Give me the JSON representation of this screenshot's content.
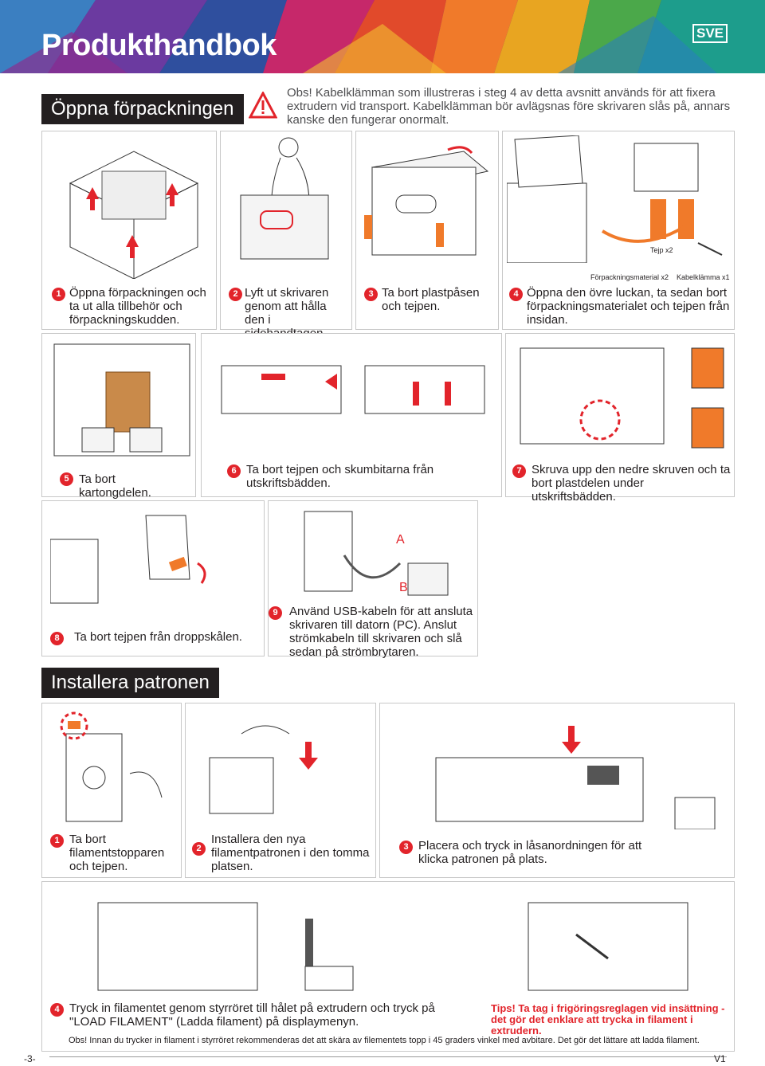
{
  "header": {
    "title": "Produkthandbok",
    "lang": "SVE",
    "colors": {
      "accent": "#e2242b",
      "dark": "#231f20"
    }
  },
  "section1": {
    "title": "Öppna förpackningen",
    "warning": "Obs! Kabelklämman som illustreras i steg 4 av detta avsnitt används för att fixera extrudern vid transport. Kabelklämman bör avlägsnas före skrivaren slås på, annars kanske den fungerar onormalt."
  },
  "steps": [
    {
      "num": "1",
      "text": "Öppna förpackningen och ta ut alla tillbehör och förpackningskudden."
    },
    {
      "num": "2",
      "text": "Lyft ut skrivaren genom att hålla den i sidohandtagen."
    },
    {
      "num": "3",
      "text": "Ta bort plastpåsen och tejpen."
    },
    {
      "num": "4",
      "text": "Öppna den övre luckan, ta sedan bort förpackningsmaterialet och tejpen från insidan."
    },
    {
      "num": "5",
      "text": "Ta bort kartongdelen."
    },
    {
      "num": "6",
      "text": "Ta bort tejpen och skumbitarna från utskriftsbädden."
    },
    {
      "num": "7",
      "text": "Skruva upp den nedre skruven och ta bort plastdelen under utskriftsbädden."
    },
    {
      "num": "8",
      "text": "Ta bort tejpen från droppskålen."
    },
    {
      "num": "9",
      "text": "Använd USB-kabeln för att ansluta skrivaren till datorn (PC). Anslut strömkabeln till skrivaren och slå sedan på strömbrytaren."
    }
  ],
  "step4_labels": {
    "tape": "Tejp x2",
    "packing": "Förpackningsmaterial x2",
    "clamp": "Kabelklämma x1"
  },
  "step9_labels": {
    "a": "A",
    "b": "B"
  },
  "section2": {
    "title": "Installera patronen"
  },
  "cart_steps": [
    {
      "num": "1",
      "text": "Ta bort filamentstopparen och tejpen."
    },
    {
      "num": "2",
      "text": "Installera den nya filamentpatronen i den tomma platsen."
    },
    {
      "num": "3",
      "text": "Placera och tryck in låsanordningen för att klicka patronen på plats."
    },
    {
      "num": "4",
      "text": "Tryck in filamentet genom styrröret till hålet på extrudern och tryck på \"LOAD FILAMENT\" (Ladda filament) på displaymenyn."
    }
  ],
  "tip": "Tips! Ta tag i frigöringsreglagen vid insättning - det gör det enklare att trycka in filament i extrudern.",
  "note": "Obs! Innan du trycker in filament i styrröret rekommenderas det att skära av filementets topp i 45 graders vinkel med avbitare. Det gör det lättare att ladda filament.",
  "footer": {
    "page": "-3-",
    "version": "V1"
  }
}
